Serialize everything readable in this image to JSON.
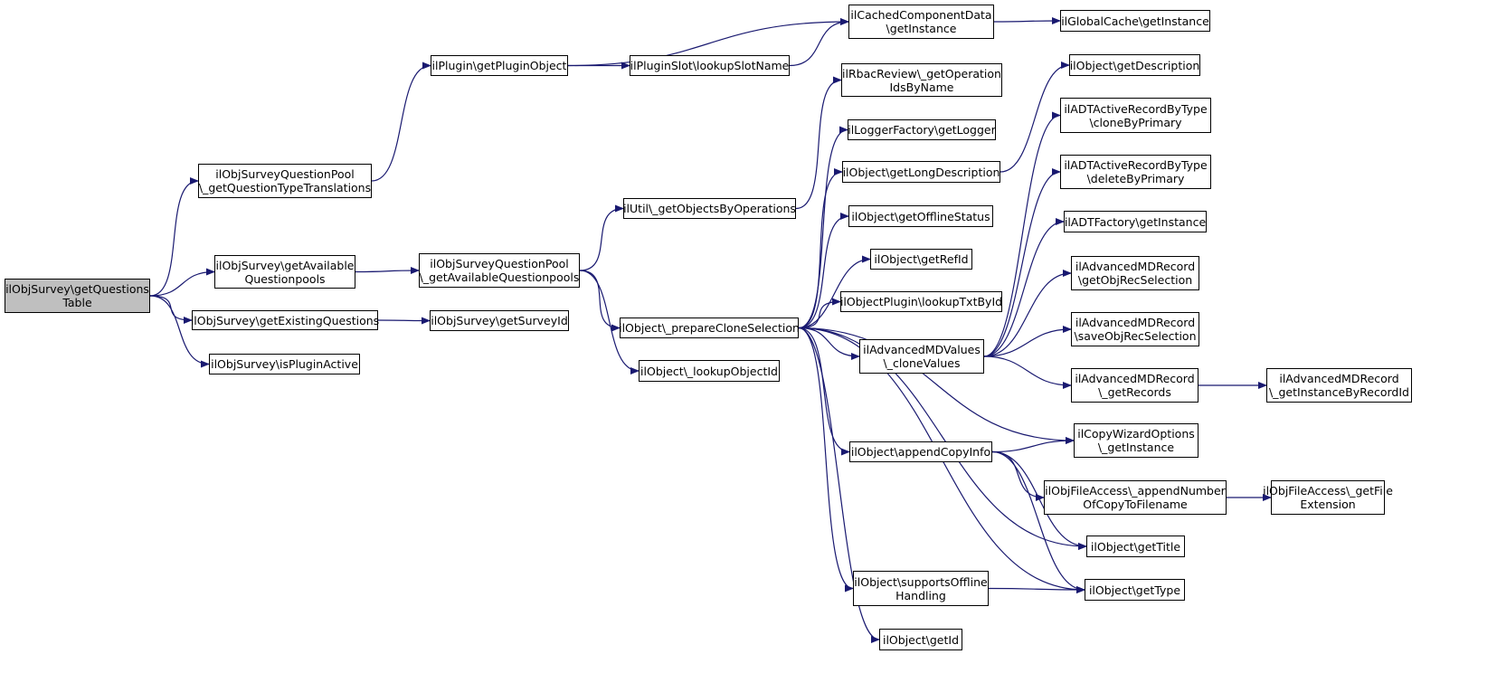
{
  "colors": {
    "edge": "#191970",
    "root_fill": "#bfbfbf",
    "node_fill": "#ffffff",
    "border": "#000000"
  },
  "nodes": [
    {
      "id": "n0",
      "lines": [
        "ilObjSurvey\\getQuestions",
        "Table"
      ],
      "root": true
    },
    {
      "id": "n1",
      "lines": [
        "ilObjSurveyQuestionPool",
        "\\_getQuestionTypeTranslations"
      ]
    },
    {
      "id": "n2",
      "lines": [
        "ilObjSurvey\\getAvailable",
        "Questionpools"
      ]
    },
    {
      "id": "n3",
      "lines": [
        "ilObjSurvey\\getExistingQuestions"
      ]
    },
    {
      "id": "n4",
      "lines": [
        "ilObjSurvey\\isPluginActive"
      ]
    },
    {
      "id": "n5",
      "lines": [
        "ilPlugin\\getPluginObject"
      ]
    },
    {
      "id": "n6",
      "lines": [
        "ilPluginSlot\\lookupSlotName"
      ]
    },
    {
      "id": "n7",
      "lines": [
        "ilCachedComponentData",
        "\\getInstance"
      ]
    },
    {
      "id": "n8",
      "lines": [
        "ilGlobalCache\\getInstance"
      ]
    },
    {
      "id": "n9",
      "lines": [
        "ilObjSurveyQuestionPool",
        "\\_getAvailableQuestionpools"
      ]
    },
    {
      "id": "n10",
      "lines": [
        "ilObjSurvey\\getSurveyId"
      ]
    },
    {
      "id": "n11",
      "lines": [
        "ilUtil\\_getObjectsByOperations"
      ]
    },
    {
      "id": "n12",
      "lines": [
        "ilObject\\_prepareCloneSelection"
      ]
    },
    {
      "id": "n13",
      "lines": [
        "ilObject\\_lookupObjectId"
      ]
    },
    {
      "id": "n14",
      "lines": [
        "ilRbacReview\\_getOperation",
        "IdsByName"
      ]
    },
    {
      "id": "n15",
      "lines": [
        "ilLoggerFactory\\getLogger"
      ]
    },
    {
      "id": "n16",
      "lines": [
        "ilObject\\getLongDescription"
      ]
    },
    {
      "id": "n17",
      "lines": [
        "ilObject\\getOfflineStatus"
      ]
    },
    {
      "id": "n18",
      "lines": [
        "ilObject\\getRefId"
      ]
    },
    {
      "id": "n19",
      "lines": [
        "ilObjectPlugin\\lookupTxtById"
      ]
    },
    {
      "id": "n20",
      "lines": [
        "ilAdvancedMDValues",
        "\\_cloneValues"
      ]
    },
    {
      "id": "n21",
      "lines": [
        "ilObject\\appendCopyInfo"
      ]
    },
    {
      "id": "n22",
      "lines": [
        "ilObject\\supportsOffline",
        "Handling"
      ]
    },
    {
      "id": "n23",
      "lines": [
        "ilObject\\getId"
      ]
    },
    {
      "id": "n24",
      "lines": [
        "ilObject\\getDescription"
      ]
    },
    {
      "id": "n25",
      "lines": [
        "ilADTActiveRecordByType",
        "\\cloneByPrimary"
      ]
    },
    {
      "id": "n26",
      "lines": [
        "ilADTActiveRecordByType",
        "\\deleteByPrimary"
      ]
    },
    {
      "id": "n27",
      "lines": [
        "ilADTFactory\\getInstance"
      ]
    },
    {
      "id": "n28",
      "lines": [
        "ilAdvancedMDRecord",
        "\\getObjRecSelection"
      ]
    },
    {
      "id": "n29",
      "lines": [
        "ilAdvancedMDRecord",
        "\\saveObjRecSelection"
      ]
    },
    {
      "id": "n30",
      "lines": [
        "ilAdvancedMDRecord",
        "\\_getRecords"
      ]
    },
    {
      "id": "n31",
      "lines": [
        "ilAdvancedMDRecord",
        "\\_getInstanceByRecordId"
      ]
    },
    {
      "id": "n32",
      "lines": [
        "ilCopyWizardOptions",
        "\\_getInstance"
      ]
    },
    {
      "id": "n33",
      "lines": [
        "ilObjFileAccess\\_appendNumber",
        "OfCopyToFilename"
      ]
    },
    {
      "id": "n34",
      "lines": [
        "ilObjFileAccess\\_getFile",
        "Extension"
      ]
    },
    {
      "id": "n35",
      "lines": [
        "ilObject\\getTitle"
      ]
    },
    {
      "id": "n36",
      "lines": [
        "ilObject\\getType"
      ]
    }
  ],
  "edges": [
    [
      "n0",
      "n1"
    ],
    [
      "n0",
      "n2"
    ],
    [
      "n0",
      "n3"
    ],
    [
      "n0",
      "n4"
    ],
    [
      "n1",
      "n5"
    ],
    [
      "n5",
      "n6"
    ],
    [
      "n5",
      "n7"
    ],
    [
      "n6",
      "n7"
    ],
    [
      "n7",
      "n8"
    ],
    [
      "n2",
      "n9"
    ],
    [
      "n3",
      "n10"
    ],
    [
      "n9",
      "n11"
    ],
    [
      "n9",
      "n12"
    ],
    [
      "n9",
      "n13"
    ],
    [
      "n11",
      "n14"
    ],
    [
      "n12",
      "n15"
    ],
    [
      "n12",
      "n16"
    ],
    [
      "n12",
      "n17"
    ],
    [
      "n12",
      "n18"
    ],
    [
      "n12",
      "n19"
    ],
    [
      "n12",
      "n20"
    ],
    [
      "n12",
      "n32"
    ],
    [
      "n12",
      "n21"
    ],
    [
      "n12",
      "n35"
    ],
    [
      "n12",
      "n36"
    ],
    [
      "n12",
      "n22"
    ],
    [
      "n12",
      "n23"
    ],
    [
      "n16",
      "n24"
    ],
    [
      "n20",
      "n25"
    ],
    [
      "n20",
      "n26"
    ],
    [
      "n20",
      "n27"
    ],
    [
      "n20",
      "n28"
    ],
    [
      "n20",
      "n29"
    ],
    [
      "n20",
      "n30"
    ],
    [
      "n30",
      "n31"
    ],
    [
      "n21",
      "n32"
    ],
    [
      "n21",
      "n33"
    ],
    [
      "n21",
      "n35"
    ],
    [
      "n21",
      "n36"
    ],
    [
      "n33",
      "n34"
    ],
    [
      "n22",
      "n36"
    ]
  ]
}
